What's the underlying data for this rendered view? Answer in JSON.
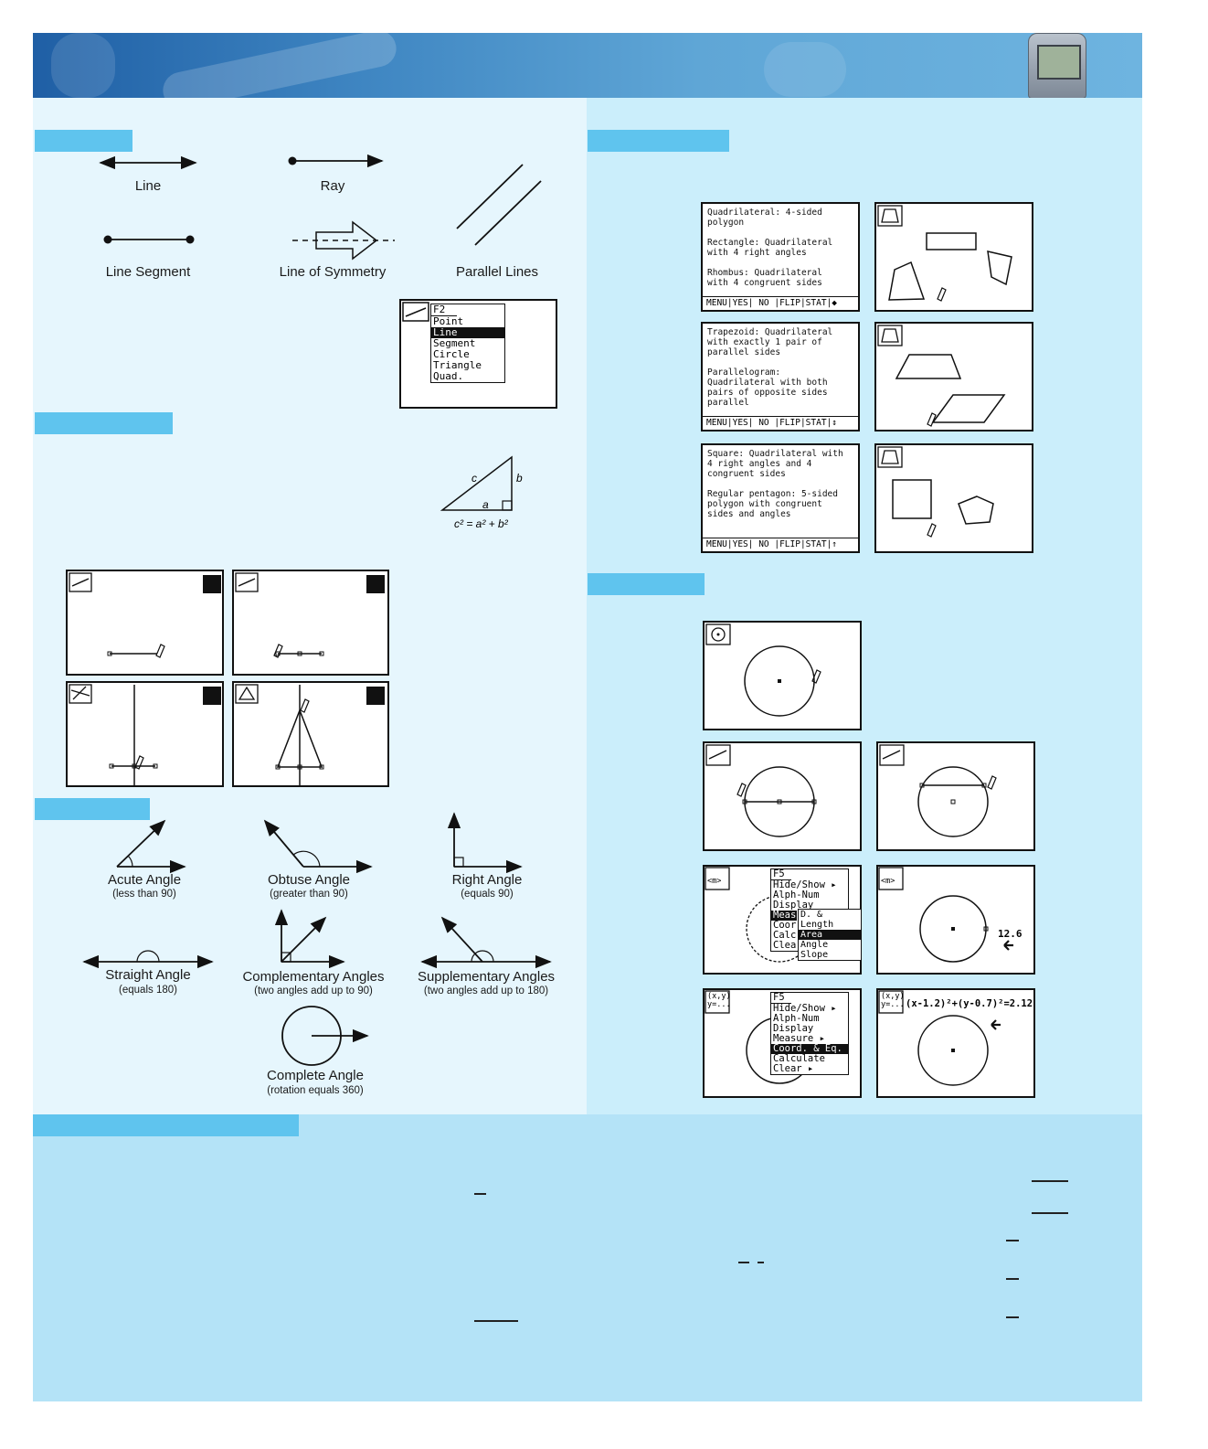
{
  "colors": {
    "banner_dark": "#1f5fa5",
    "banner_light": "#6eb4e0",
    "left_panel": "#e6f6fd",
    "right_panel": "#cbeefb",
    "bottom_panel": "#b4e3f7",
    "section_tab": "#5fc4ee"
  },
  "lines": {
    "line": "Line",
    "ray": "Ray",
    "segment": "Line Segment",
    "symmetry": "Line of Symmetry",
    "parallel": "Parallel Lines"
  },
  "f2_menu": {
    "header": "F2",
    "items": [
      "Point",
      "Line",
      "Segment",
      "Circle",
      "Triangle",
      "Quad."
    ],
    "selected": "Line"
  },
  "pythagoras": {
    "a": "a",
    "b": "b",
    "c": "c",
    "formula": "c² = a² + b²"
  },
  "angles": {
    "acute": {
      "label": "Acute Angle",
      "sub": "(less than 90)"
    },
    "obtuse": {
      "label": "Obtuse Angle",
      "sub": "(greater than 90)"
    },
    "right": {
      "label": "Right Angle",
      "sub": "(equals 90)"
    },
    "straight": {
      "label": "Straight Angle",
      "sub": "(equals 180)"
    },
    "complementary": {
      "label": "Complementary Angles",
      "sub": "(two angles add up to 90)"
    },
    "supplementary": {
      "label": "Supplementary Angles",
      "sub": "(two angles add up to 180)"
    },
    "complete": {
      "label": "Complete Angle",
      "sub": "(rotation equals 360)"
    }
  },
  "quad_screens": [
    {
      "text": "Quadrilateral: 4-sided\npolygon\n\nRectangle: Quadrilateral\nwith 4 right angles\n\nRhombus: Quadrilateral\nwith 4 congruent sides",
      "menu": "MENU|YES| NO |FLIP|STAT|◆"
    },
    {
      "text": "Trapezoid: Quadrilateral\nwith exactly 1 pair of\nparallel sides\n\nParallelogram:\nQuadrilateral with both\npairs of opposite sides\nparallel",
      "menu": "MENU|YES| NO |FLIP|STAT|↕"
    },
    {
      "text": "Square: Quadrilateral with\n4 right angles and 4\ncongruent sides\n\nRegular pentagon: 5-sided\npolygon with congruent\nsides and angles",
      "menu": "MENU|YES| NO |FLIP|STAT|↑"
    }
  ],
  "f5_measure_menu": {
    "header": "F5",
    "items": [
      "Hide/Show ▸",
      "Alph-Num",
      "Display",
      "Meas",
      "Coor",
      "Calc",
      "Clea"
    ],
    "submenu": [
      "D. & Length",
      "Area",
      "Angle",
      "Slope"
    ],
    "selected": "Area"
  },
  "area_value": "12.6",
  "f5_coord_menu": {
    "header": "F5",
    "items": [
      "Hide/Show ▸",
      "Alph-Num",
      "Display",
      "Measure ▸",
      "Coord. & Eq.",
      "Calculate",
      "Clear ▸"
    ],
    "selected": "Coord. & Eq."
  },
  "circle_equation": "(x-1.2)²+(y-0.7)²=2.12",
  "icon_labels": {
    "measure_icon_text": "<m>",
    "coord_icon_text": "(x,y)\ny=..."
  }
}
